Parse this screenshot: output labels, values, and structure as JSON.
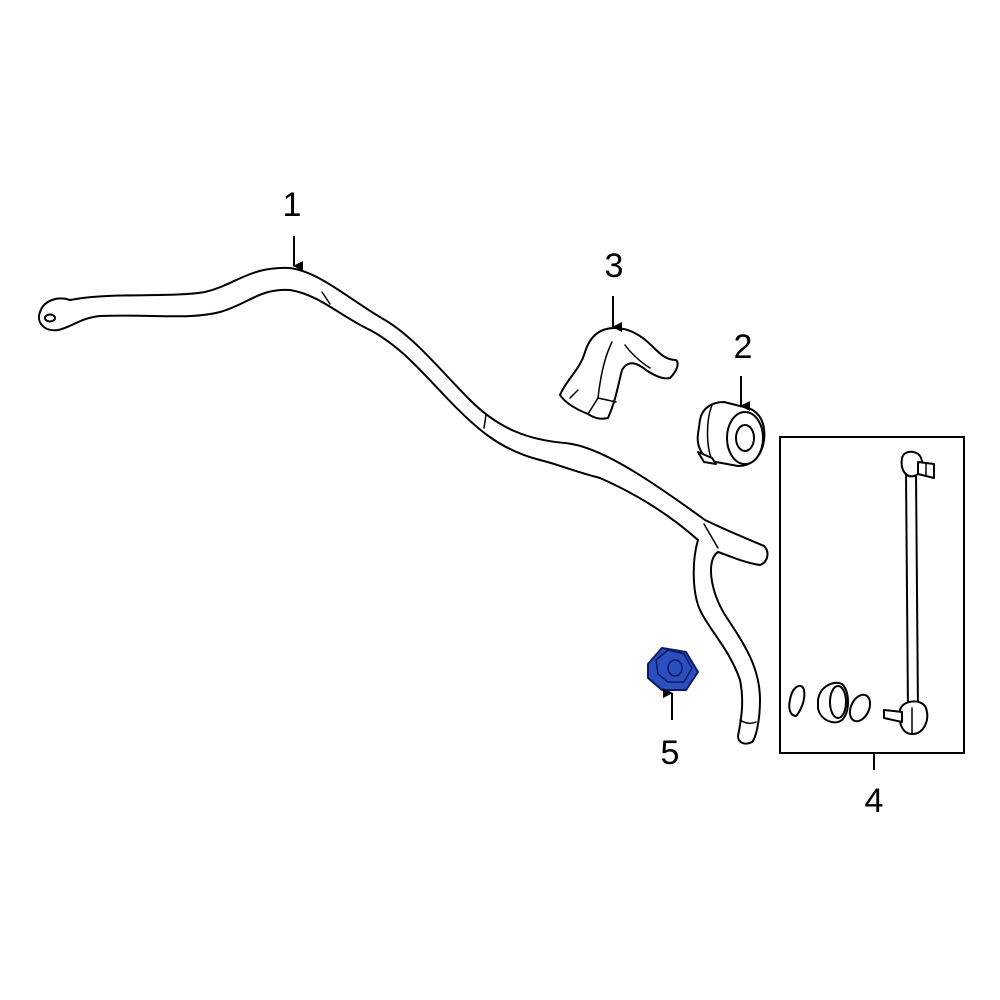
{
  "callouts": {
    "part1": "1",
    "part2": "2",
    "part3": "3",
    "part4": "4",
    "part5": "5"
  },
  "colors": {
    "highlight": "#2b4fbf",
    "highlight_stroke": "#0a1a66",
    "line": "#000000",
    "background": "#ffffff"
  }
}
